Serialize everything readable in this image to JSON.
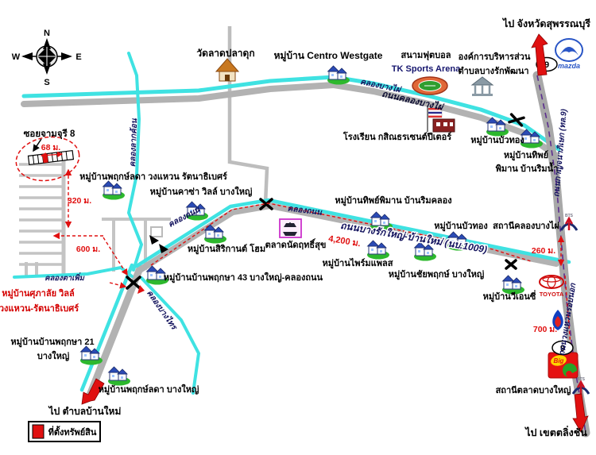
{
  "compass": {
    "n": "N",
    "w": "W",
    "e": "E",
    "s": "S"
  },
  "directions": {
    "suphanburi": "ไป จังหวัดสุพรรณบุรี",
    "talingchan": "ไป เขตตลิ่งชัน",
    "banmai": "ไป ตำบลบ้านใหม่"
  },
  "property": {
    "soi": "ซอยจามจุรี 8"
  },
  "legend": {
    "property_label": "ที่ตั้งทรัพย์สิน"
  },
  "distances": {
    "d68": "68 ม.",
    "d320": "320 ม.",
    "d600": "600 ม.",
    "d4200": "4,200 ม.",
    "d260": "260 ม.",
    "d700": "700 ม."
  },
  "roads": {
    "klong_bangphai": "ถนนคลองบางไผ่",
    "bangrakyai_banmai": "ถนนบางรักใหญ่-บ้านใหม่ (นบ.1009)",
    "kanchanaphisek": "ถนนกาญจนาภิเษก (ทล.9)",
    "ring_road": "ถนนวงแหวนรอบนอก",
    "highway_no": "9"
  },
  "canals": {
    "bangphai": "คลองบางไผ่",
    "lakkhon": "คลองลากค้อน",
    "thanon_left": "คลองถนน",
    "thanon_right": "คลองถนน",
    "tapherm": "คลองตาเพิ่ม",
    "bangsai": "คลองบางไทร"
  },
  "places": {
    "wat": "วัดลาดปลาดุก",
    "centro": "หมู่บ้าน Centro Westgate",
    "stadium_line1": "สนามฟุตบอล",
    "stadium_line2": "TK Sports Arena",
    "sao_line1": "องค์การบริหารส่วน",
    "sao_line2": "ตำบลบางรักพัฒนา",
    "school": "โรงเรียน กสิณธรเซนต์ปีเตอร์",
    "buathong_north": "หมู่บ้านบัวทอง",
    "thip_rimnam_line1": "หมู่บ้านทิพย์",
    "thip_rimnam_line2": "พิมาน บ้านริมน้ำ",
    "station_klong_bangphai": "สถานีคลองบางไผ่",
    "station_talad_bangyai": "สถานีตลาดบางใหญ่",
    "vnc": "หมู่บ้านวีเอนซี่",
    "prueklada_wongwaen": "หมู่บ้านพฤกษ์ลดา วงแหวน รัตนาธิเบศร์",
    "casa_ville": "หมู่บ้านคาซ่า วิลล์ บางใหญ่",
    "sirikan_home": "หมู่บ้านสิริกานต์ โฮม",
    "pruksa43": "หมู่บ้านบ้านพฤกษา 43 บางใหญ่-คลองถนน",
    "thip_rimklong": "หมู่บ้านทิพย์พิมาน บ้านริมคลอง",
    "prime_place": "หมู่บ้านไพร์มแพลส",
    "chaiyapruek": "หมู่บ้านชัยพฤกษ์ บางใหญ่",
    "buathong_mid": "หมู่บ้านบัวทอง",
    "market": "ตลาดนัดฤทธิ์สุข",
    "supalai_line1": "หมู่บ้านศุภาลัย วิลล์",
    "supalai_line2": "วงแหวน-รัตนาธิเบศร์",
    "pruksa21_line1": "หมู่บ้านบ้านพฤกษา 21",
    "pruksa21_line2": "บางใหญ่",
    "prueklada_bangyai": "หมู่บ้านพฤกษ์ลดา บางใหญ่"
  },
  "logos": {
    "mazda": "mazda",
    "toyota": "TOYOTA",
    "bigc": "Big",
    "bts": "BTS"
  },
  "colors": {
    "canal": "#3fe2e2",
    "road": "#b2b2b2",
    "route_red": "#e01010",
    "label_navy": "#14145e",
    "purple_line": "#5b2d8e",
    "property_red": "#e01010"
  }
}
